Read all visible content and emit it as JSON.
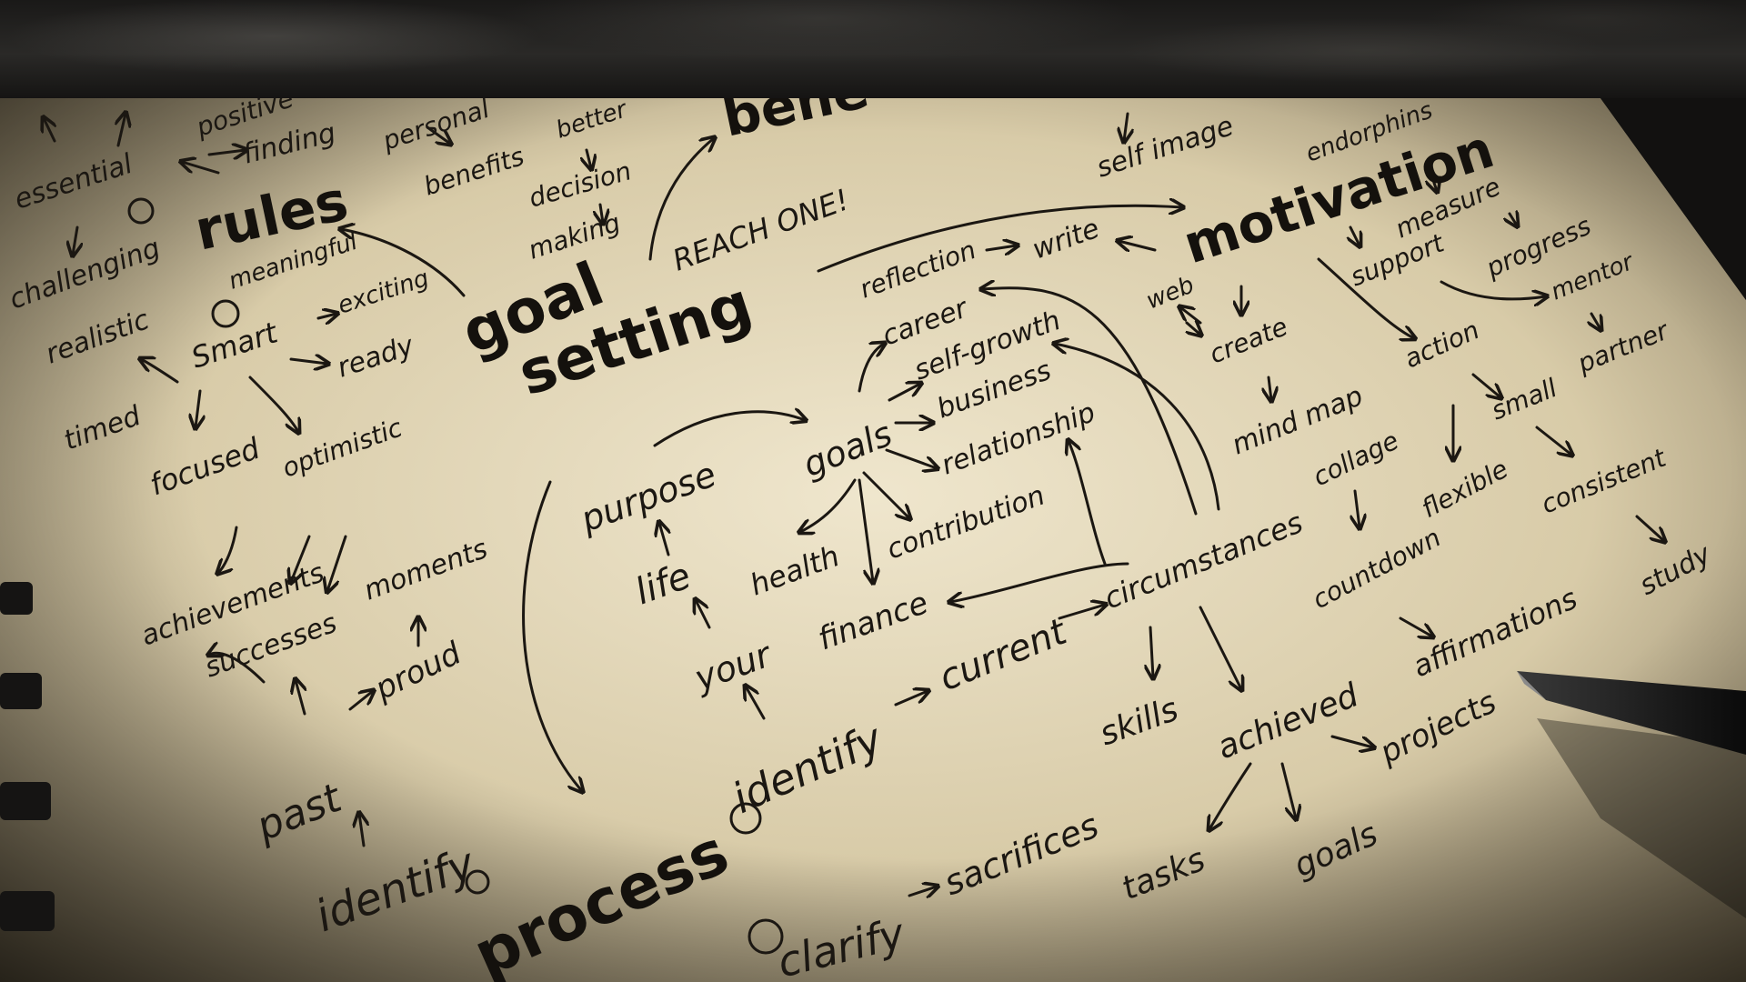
{
  "words": {
    "positive": "positive",
    "essential": "essential",
    "finding": "finding",
    "personal": "personal",
    "better": "better",
    "benefits_head": "bene",
    "benefits": "benefits",
    "decision": "decision",
    "making": "making",
    "self_image": "self image",
    "endorphins": "endorphins",
    "motivation": "motivation",
    "rules": "rules",
    "challenging": "challenging",
    "meaningful": "meaningful",
    "reach_one": "REACH ONE!",
    "reflection": "reflection",
    "write": "write",
    "measure": "measure",
    "support": "support",
    "progress": "progress",
    "mentor": "mentor",
    "realistic": "realistic",
    "smart": "Smart",
    "exciting": "exciting",
    "ready": "ready",
    "goal": "goal",
    "setting": "setting",
    "career": "career",
    "web": "web",
    "create": "create",
    "self_growth": "self-growth",
    "business": "business",
    "relationship": "relationship",
    "action": "action",
    "partner": "partner",
    "small": "small",
    "timed": "timed",
    "focused": "focused",
    "optimistic": "optimistic",
    "goals_mid": "goals",
    "mind_map": "mind map",
    "collage": "collage",
    "flexible": "flexible",
    "consistent": "consistent",
    "purpose": "purpose",
    "contribution": "contribution",
    "health": "health",
    "circumstances": "circumstances",
    "countdown": "countdown",
    "study": "study",
    "achievements": "achievements",
    "moments": "moments",
    "successes": "successes",
    "life": "life",
    "finance": "finance",
    "proud": "proud",
    "your": "your",
    "current": "current",
    "affirmations": "affirmations",
    "skills": "skills",
    "achieved": "achieved",
    "projects": "projects",
    "past": "past",
    "identify_mid": "identify",
    "identify_left": "identify",
    "sacrifices": "sacrifices",
    "tasks": "tasks",
    "goals_bottom": "goals",
    "process": "process",
    "clarify": "clarify"
  }
}
